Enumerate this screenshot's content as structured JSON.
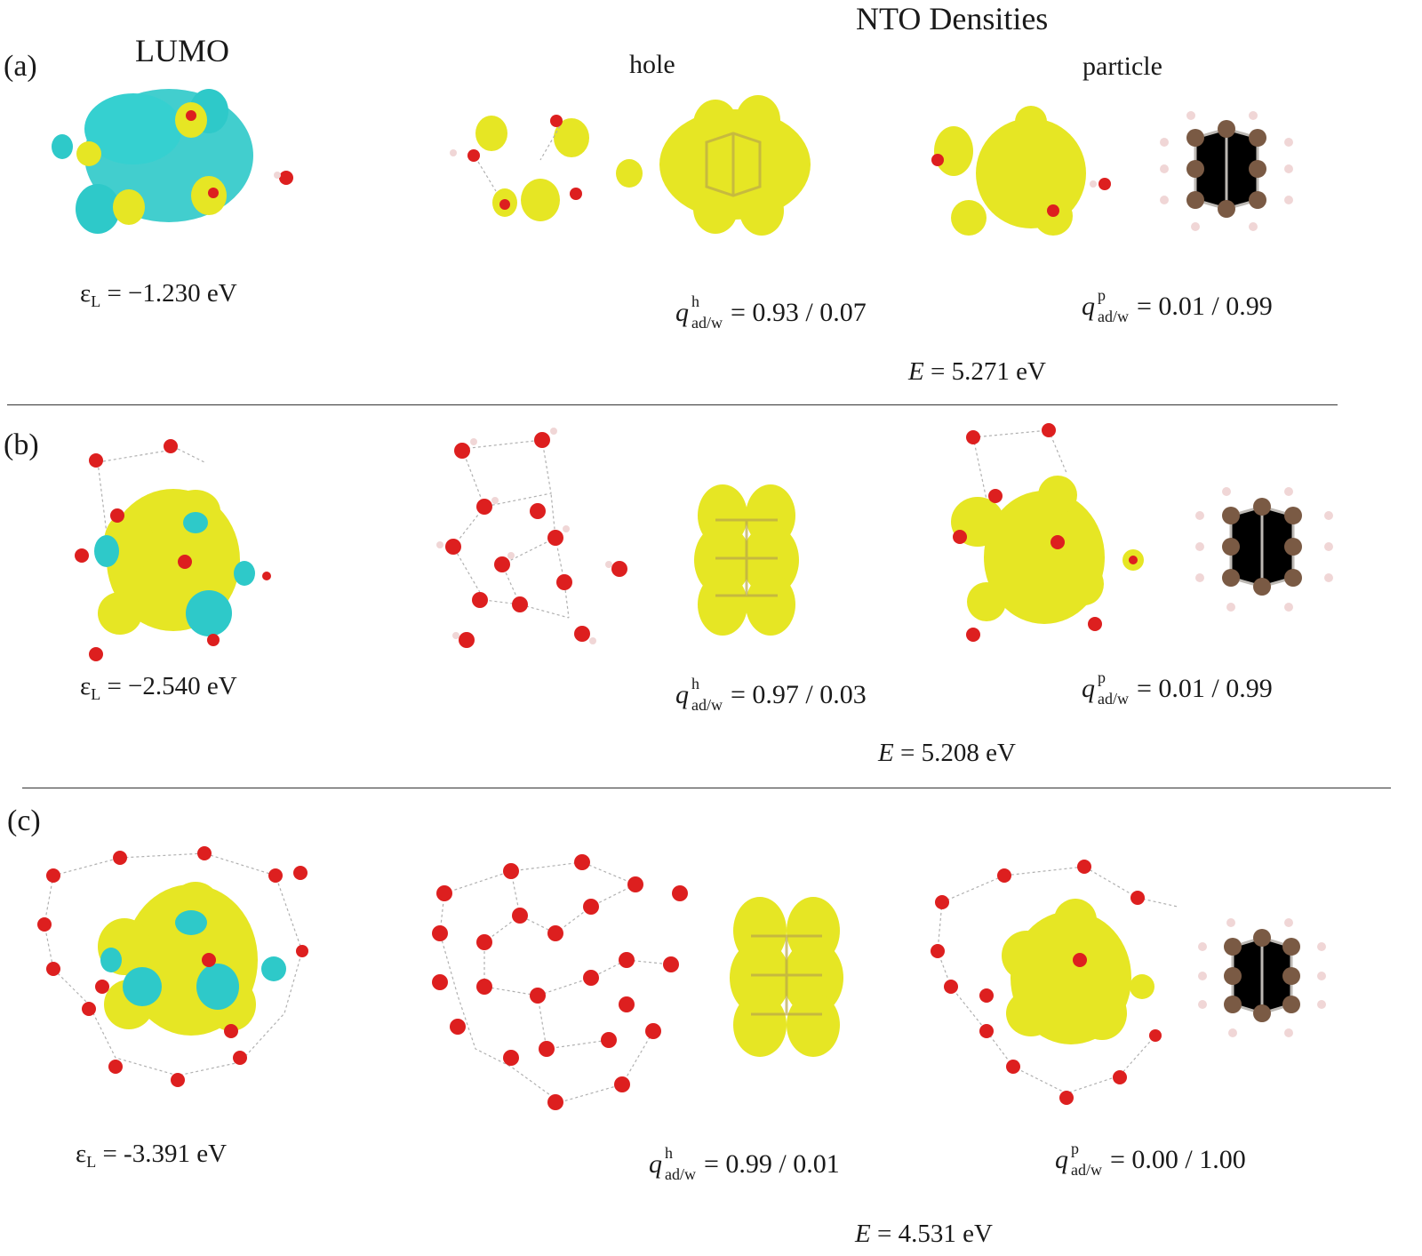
{
  "figure": {
    "header": {
      "lumo": "LUMO",
      "nto": "NTO Densities",
      "hole": "hole",
      "particle": "particle"
    },
    "rows": [
      {
        "panel": "(a)",
        "eps_symbol": "ε",
        "eps_sub": "L",
        "eps_value": " = −1.230 eV",
        "hole_q": "q",
        "hole_sup": "h",
        "hole_sub": "ad/w",
        "hole_value": "= 0.93 / 0.07",
        "part_q": "q",
        "part_sup": "p",
        "part_sub": "ad/w",
        "part_value": "= 0.01 / 0.99",
        "e_symbol": "E",
        "e_value": " = 5.271 eV"
      },
      {
        "panel": "(b)",
        "eps_symbol": "ε",
        "eps_sub": "L",
        "eps_value": " = −2.540 eV",
        "hole_q": "q",
        "hole_sup": "h",
        "hole_sub": "ad/w",
        "hole_value": "= 0.97 / 0.03",
        "part_q": "q",
        "part_sup": "p",
        "part_sub": "ad/w",
        "part_value": "= 0.01 / 0.99",
        "e_symbol": "E",
        "e_value": " = 5.208 eV"
      },
      {
        "panel": "(c)",
        "eps_symbol": "ε",
        "eps_sub": "L",
        "eps_value": " = -3.391 eV",
        "hole_q": "q",
        "hole_sup": "h",
        "hole_sub": "ad/w",
        "hole_value": "= 0.99 / 0.01",
        "part_q": "q",
        "part_sup": "p",
        "part_sub": "ad/w",
        "part_value": "= 0.00 / 1.00",
        "e_symbol": "E",
        "e_value": " = 4.531 eV"
      }
    ]
  },
  "colors": {
    "density_yellow": "#e6e624",
    "density_cyan": "#2ec9c9",
    "oxygen": "#dd1f1f",
    "hydrogen": "#f0d6d6",
    "carbon": "#7a5a44"
  }
}
